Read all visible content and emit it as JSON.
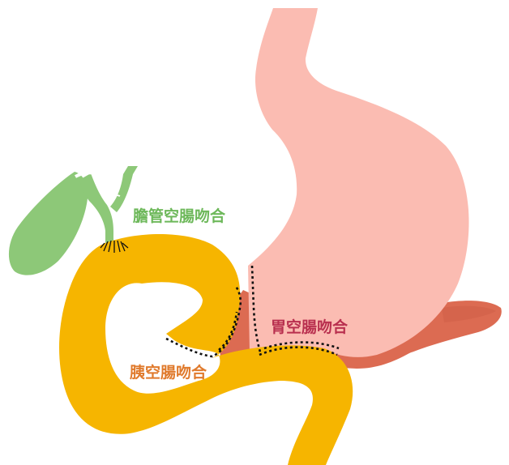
{
  "labels": {
    "bile_duct": "膽管空腸吻合",
    "gastric": "胃空腸吻合",
    "pancreatic": "胰空腸吻合"
  },
  "colors": {
    "stomach": "#fbbcb2",
    "pancreas": "#dc6b52",
    "gallbladder": "#8dc878",
    "jejunum": "#f6b500",
    "label_bile": "#6db85a",
    "label_gastric": "#b9304f",
    "label_pancreatic": "#e07a2c",
    "suture_line": "#111111"
  },
  "icons": {
    "stomach": "stomach-icon",
    "pancreas": "pancreas-icon",
    "gallbladder": "gallbladder-icon",
    "jejunum": "jejunum-loop-icon"
  }
}
